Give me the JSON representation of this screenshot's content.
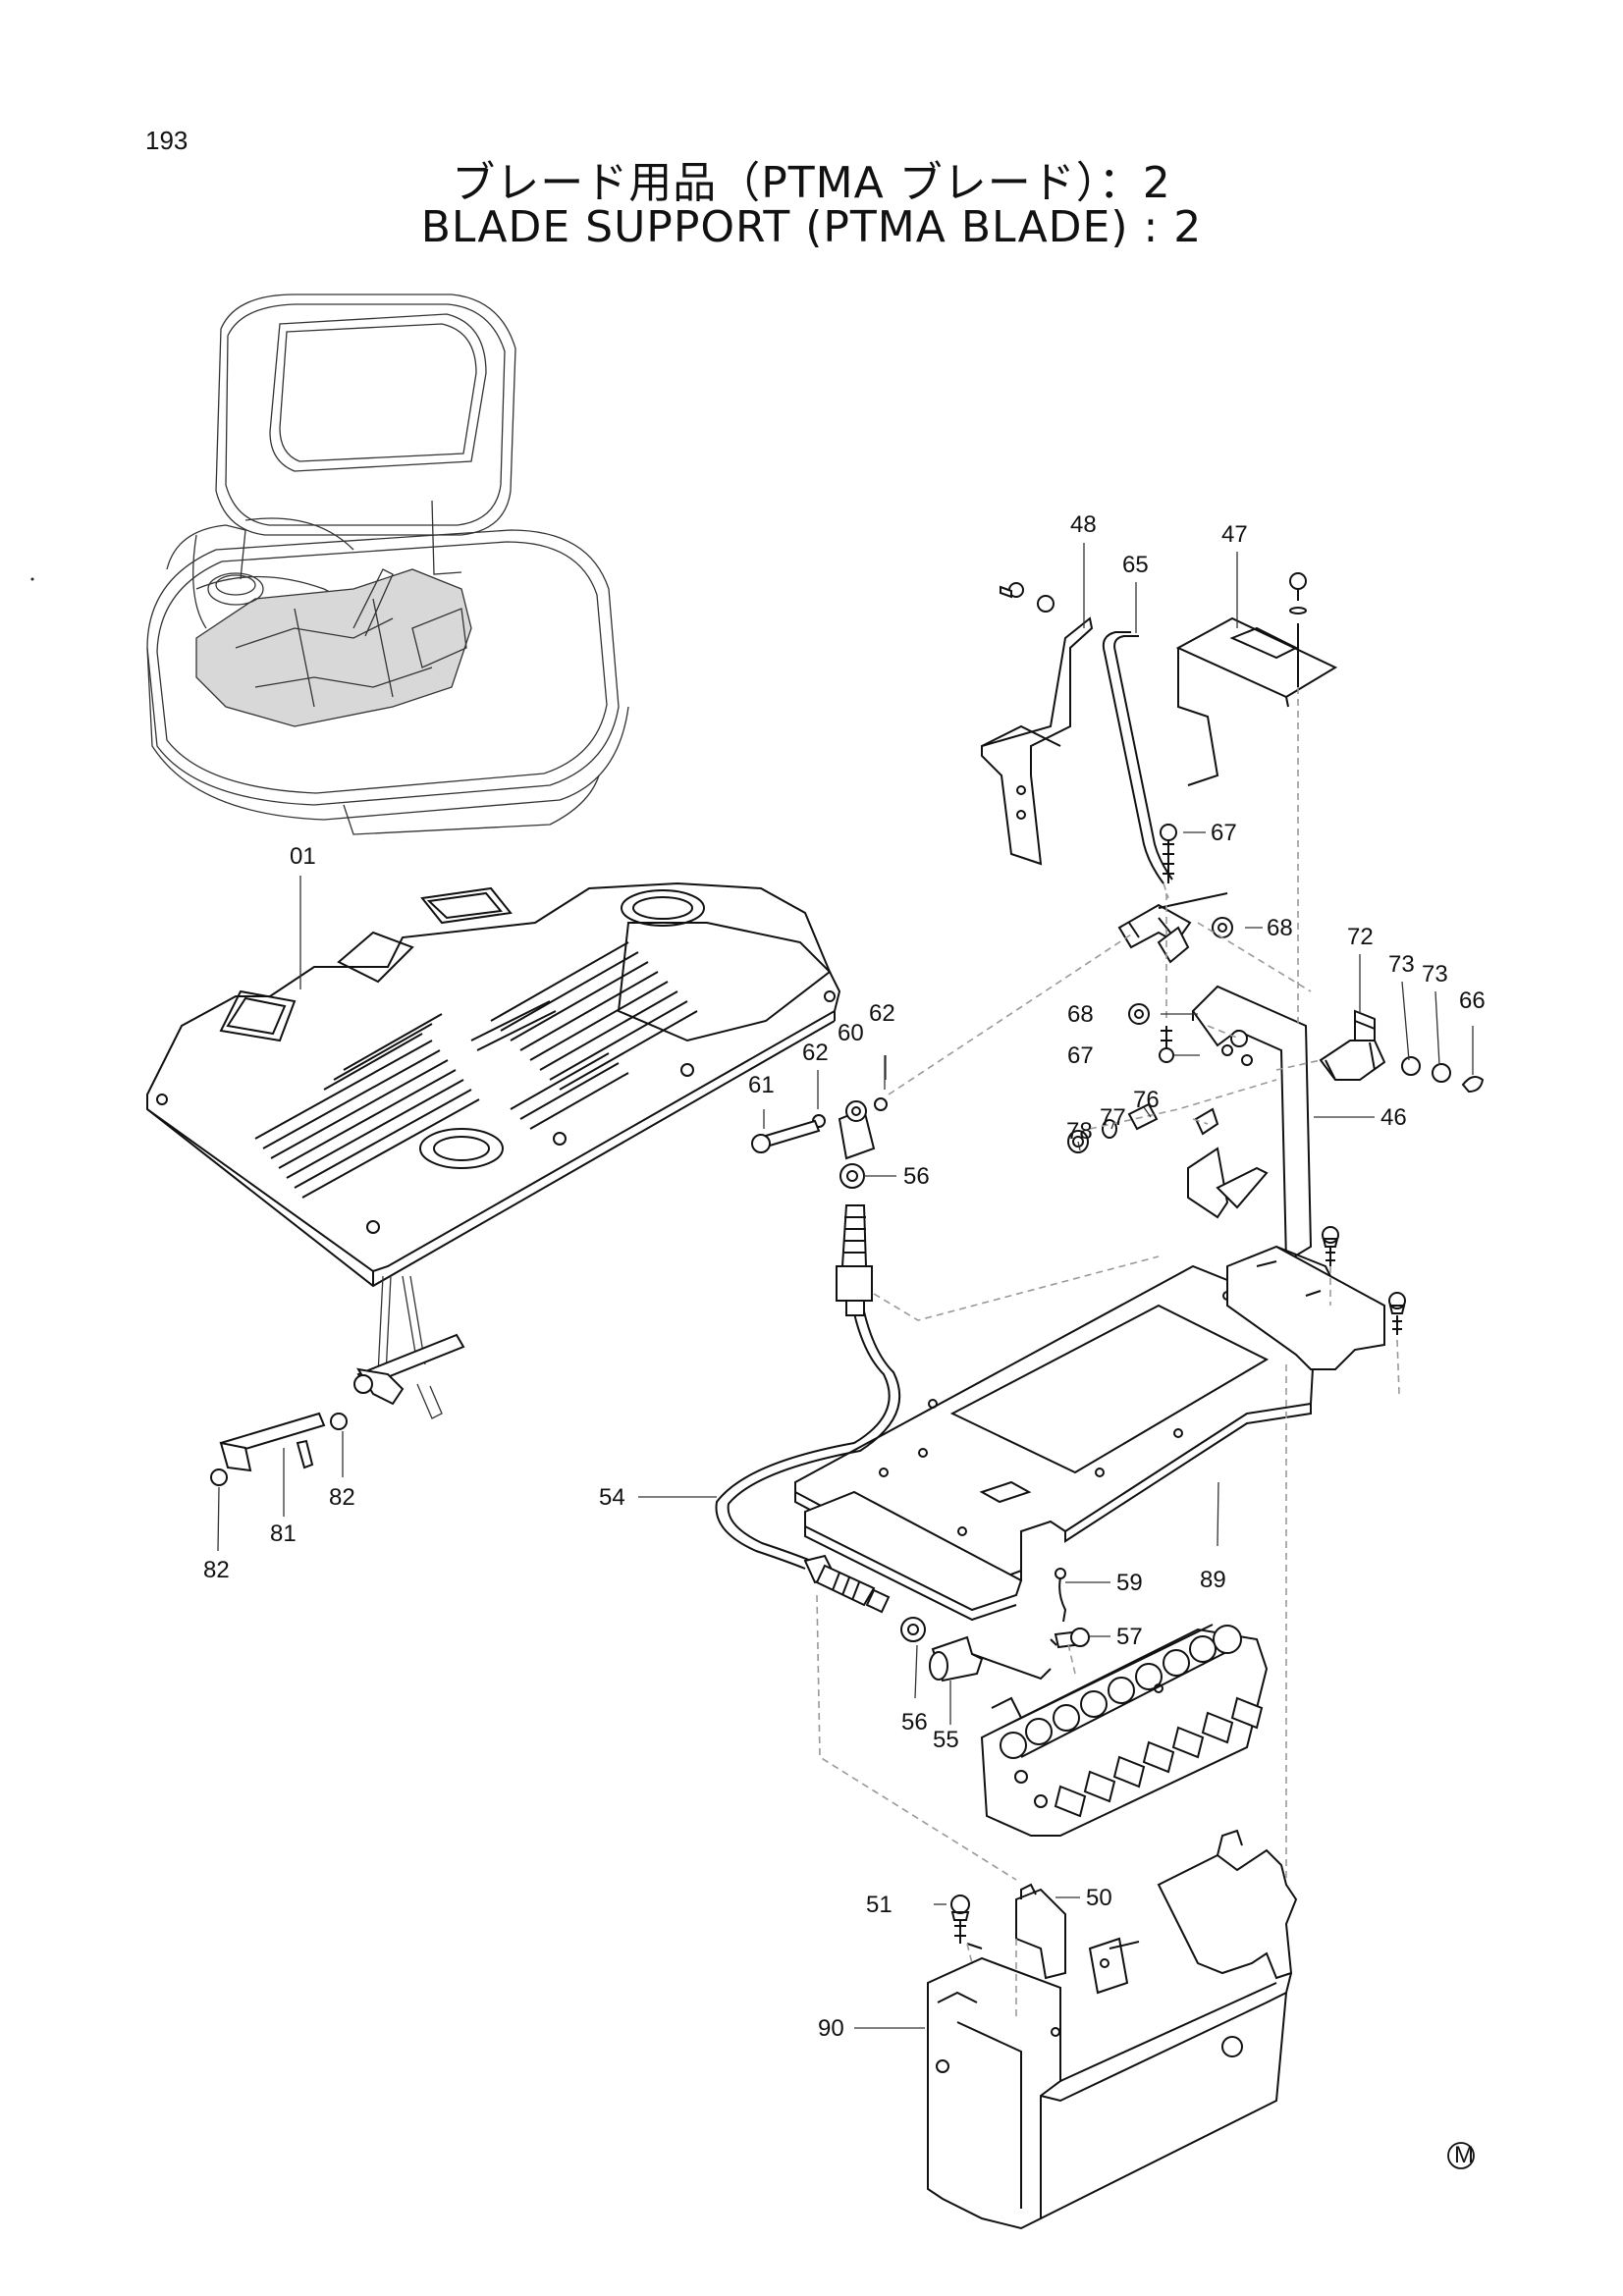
{
  "page_number": "193",
  "title_jp": "ブレード用品（PTMA ブレード）：2",
  "title_en": "BLADE SUPPORT (PTMA BLADE) : 2",
  "labels": {
    "p01": "01",
    "p46": "46",
    "p47": "47",
    "p48": "48",
    "p50": "50",
    "p51": "51",
    "p54": "54",
    "p55": "55",
    "p56a": "56",
    "p56b": "56",
    "p57": "57",
    "p59": "59",
    "p60": "60",
    "p61": "61",
    "p62a": "62",
    "p62b": "62",
    "p65": "65",
    "p66": "66",
    "p67a": "67",
    "p67b": "67",
    "p68a": "68",
    "p68b": "68",
    "p72": "72",
    "p73a": "73",
    "p73b": "73",
    "p76": "76",
    "p77": "77",
    "p78": "78",
    "p81": "81",
    "p82a": "82",
    "p82b": "82",
    "p89": "89",
    "p90": "90"
  },
  "mark": "M"
}
